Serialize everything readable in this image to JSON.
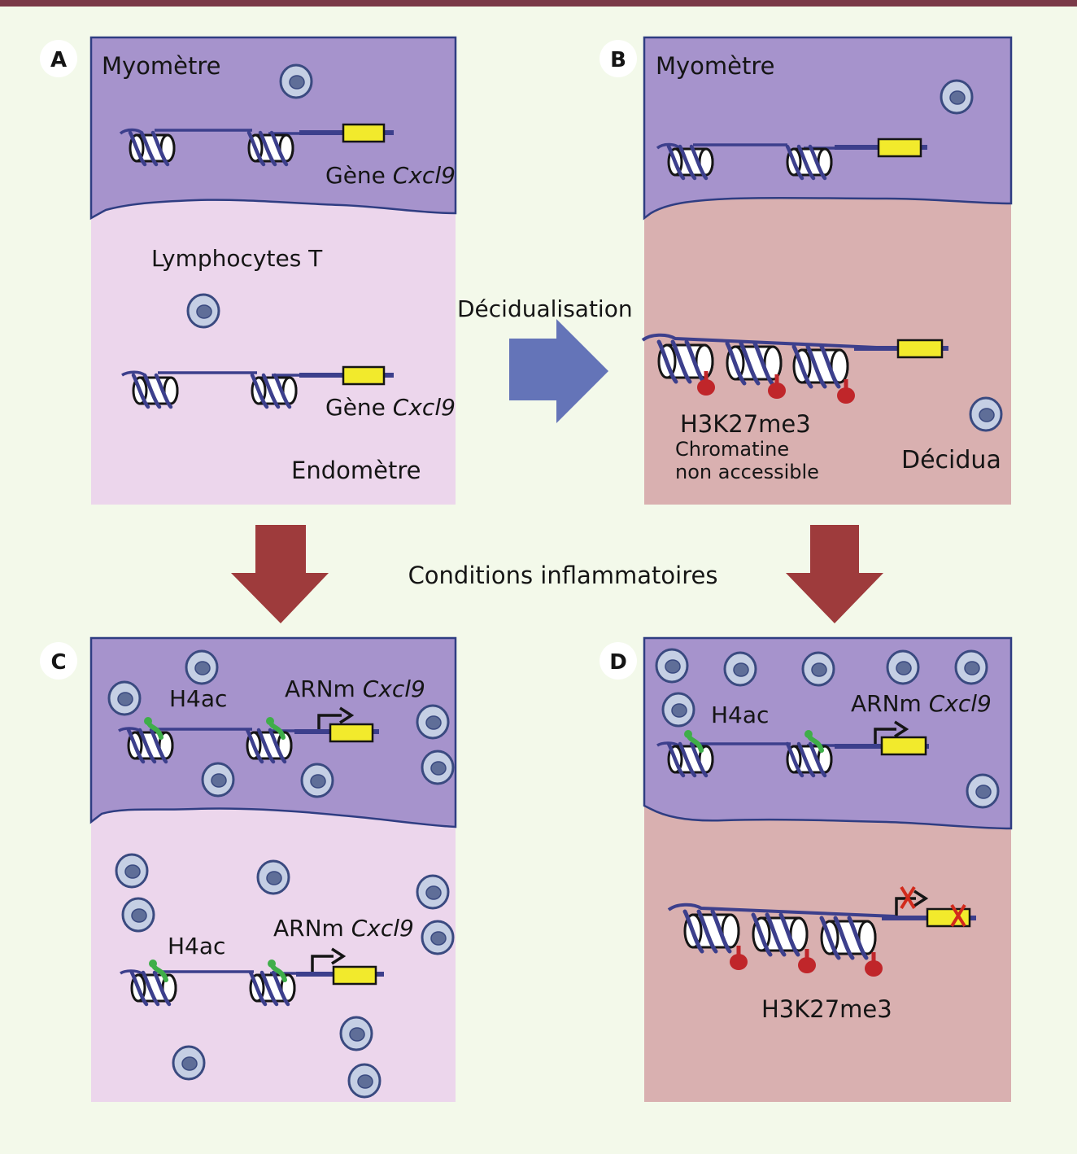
{
  "colors": {
    "background": "#f3f9ea",
    "top_bar": "#7a3a48",
    "myometre": "#a693cc",
    "endometre": "#ecd6ec",
    "decidua": "#d9b0b0",
    "dna": "#3c3f8c",
    "gene_box": "#f2ea2c",
    "h3k27me3_mark": "#c0262a",
    "h4ac_mark": "#3fae49",
    "arrow_blue": "#6474b8",
    "arrow_red": "#9e3b3c",
    "block_cross": "#d22a1c",
    "cell_fill": "#c5cfe4",
    "cell_nucleus": "#5f6e98"
  },
  "center_labels": {
    "decidualisation": "Décidualisation",
    "inflammatory": "Conditions inflammatoires"
  },
  "panels": {
    "A": {
      "letter": "A",
      "myometre_label": "Myomètre",
      "gene_label_prefix": "Gène ",
      "gene_label_name": "Cxcl9",
      "lymphocytes_label": "Lymphocytes T",
      "gene_label2_prefix": "Gène ",
      "gene_label2_name": "Cxcl9",
      "endometre_label": "Endomètre"
    },
    "B": {
      "letter": "B",
      "myometre_label": "Myomètre",
      "mark_label": "H3K27me3",
      "chromatin_line1": "Chromatine",
      "chromatin_line2": "non accessible",
      "decidua_label": "Décidua"
    },
    "C": {
      "letter": "C",
      "h4ac_top": "H4ac",
      "mrna_top_prefix": "ARNm ",
      "mrna_top_name": "Cxcl9",
      "h4ac_bottom": "H4ac",
      "mrna_bottom_prefix": "ARNm ",
      "mrna_bottom_name": "Cxcl9"
    },
    "D": {
      "letter": "D",
      "h4ac_top": "H4ac",
      "mrna_top_prefix": "ARNm ",
      "mrna_top_name": "Cxcl9",
      "mark_label": "H3K27me3"
    }
  }
}
